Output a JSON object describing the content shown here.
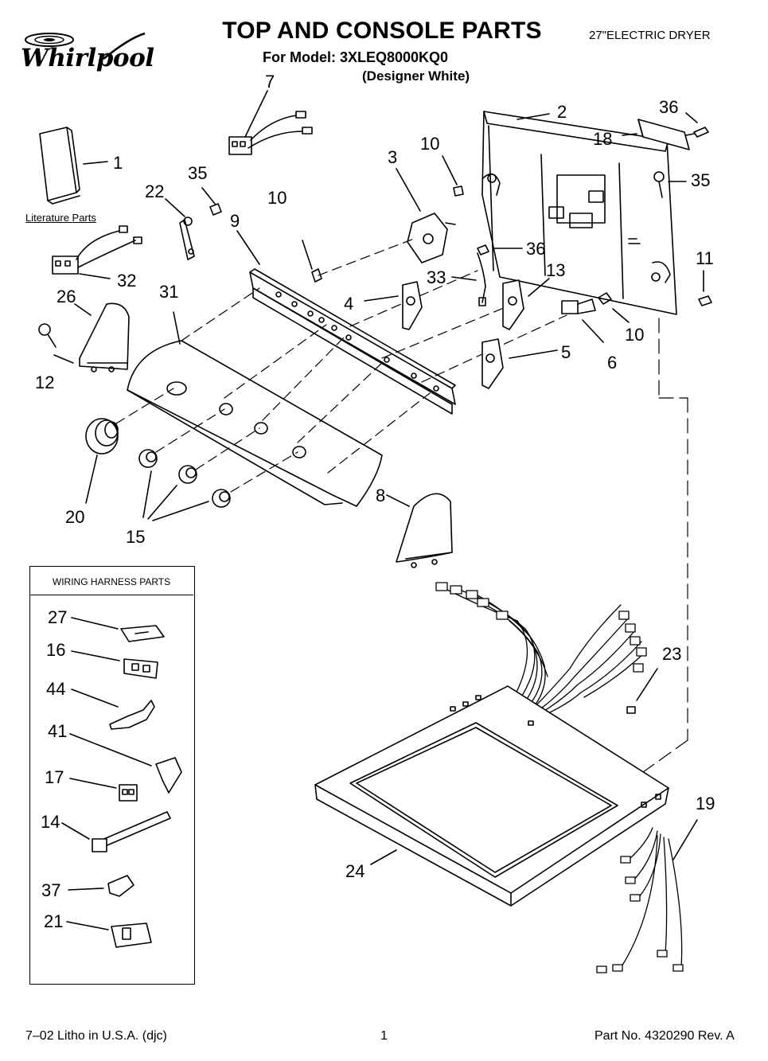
{
  "header": {
    "title": "TOP AND CONSOLE PARTS",
    "model_line": "For Model: 3XLEQ8000KQ0",
    "color_line": "(Designer White)",
    "product": "27\"ELECTRIC DRYER",
    "brand": "Whirlpool"
  },
  "labels": {
    "literature": "Literature Parts",
    "wiring_box_title": "WIRING HARNESS PARTS"
  },
  "callouts": {
    "c7": "7",
    "c1": "1",
    "c35a": "35",
    "c22": "22",
    "c10a": "10",
    "c9": "9",
    "c3": "3",
    "c10b": "10",
    "c2": "2",
    "c36a": "36",
    "c18": "18",
    "c35b": "35",
    "c32": "32",
    "c26": "26",
    "c31": "31",
    "c12": "12",
    "c36b": "36",
    "c33": "33",
    "c13": "13",
    "c4": "4",
    "c11": "11",
    "c10c": "10",
    "c6": "6",
    "c5": "5",
    "c20": "20",
    "c15": "15",
    "c8": "8",
    "c23": "23",
    "c19": "19",
    "c24": "24",
    "w27": "27",
    "w16": "16",
    "w44": "44",
    "w41": "41",
    "w17": "17",
    "w14": "14",
    "w37": "37",
    "w21": "21"
  },
  "footer": {
    "left": "7–02 Litho in U.S.A. (djc)",
    "page": "1",
    "part_no": "Part No. 4320290 Rev. A"
  }
}
